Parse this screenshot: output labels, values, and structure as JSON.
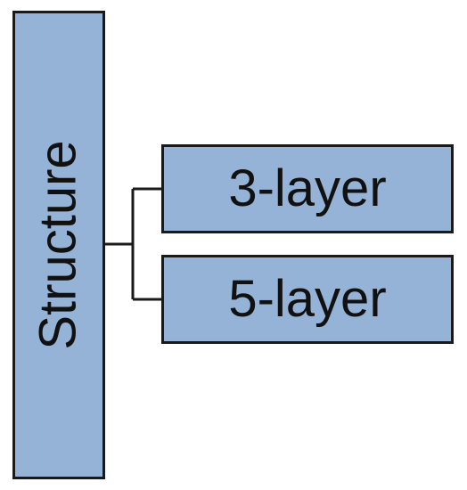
{
  "diagram": {
    "root": {
      "label": "Structure"
    },
    "children": [
      {
        "label": "3-layer"
      },
      {
        "label": "5-layer"
      }
    ]
  },
  "colors": {
    "box_fill": "#95b3d7",
    "box_border": "#1a1a1a",
    "text": "#111111",
    "background": "#ffffff"
  }
}
